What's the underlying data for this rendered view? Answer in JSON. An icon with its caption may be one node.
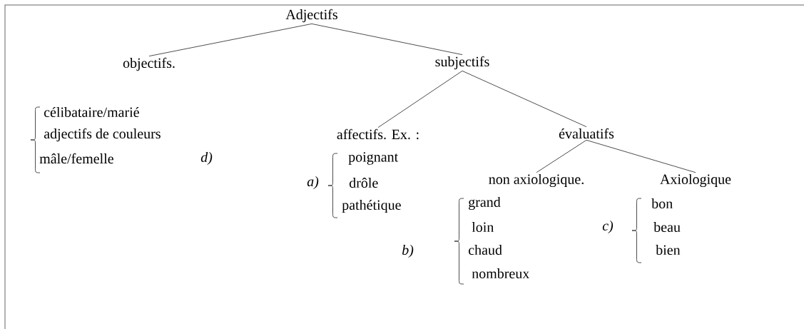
{
  "diagram": {
    "nodes": [
      {
        "text": [
          "Adjectifs"
        ]
      },
      {
        "text": [
          "objectifs."
        ]
      },
      {
        "text": [
          "subjectifs"
        ]
      },
      {
        "text": [
          "affectifs. Ex. :"
        ]
      },
      {
        "text": [
          "évaluatifs"
        ]
      },
      {
        "text": [
          "non axiologique."
        ]
      },
      {
        "text": [
          "Axiologique"
        ]
      }
    ],
    "edges": [
      {
        "from": 0,
        "to": 1,
        "arrow": "none"
      },
      {
        "from": 0,
        "to": 2,
        "arrow": "none"
      },
      {
        "from": 2,
        "to": 3,
        "arrow": "none"
      },
      {
        "from": 2,
        "to": 4,
        "arrow": "none"
      },
      {
        "from": 4,
        "to": 5,
        "arrow": "none"
      },
      {
        "from": 4,
        "to": 6,
        "arrow": "none"
      }
    ],
    "labels": [
      "célibataire/marié",
      "adjectifs de couleurs",
      "mâle/femelle",
      "d)",
      "poignant",
      "a)",
      "drôle",
      "pathétique",
      "grand",
      "loin",
      "b)",
      "chaud",
      "nombreux",
      "c)",
      "bon",
      "beau",
      "bien"
    ]
  }
}
